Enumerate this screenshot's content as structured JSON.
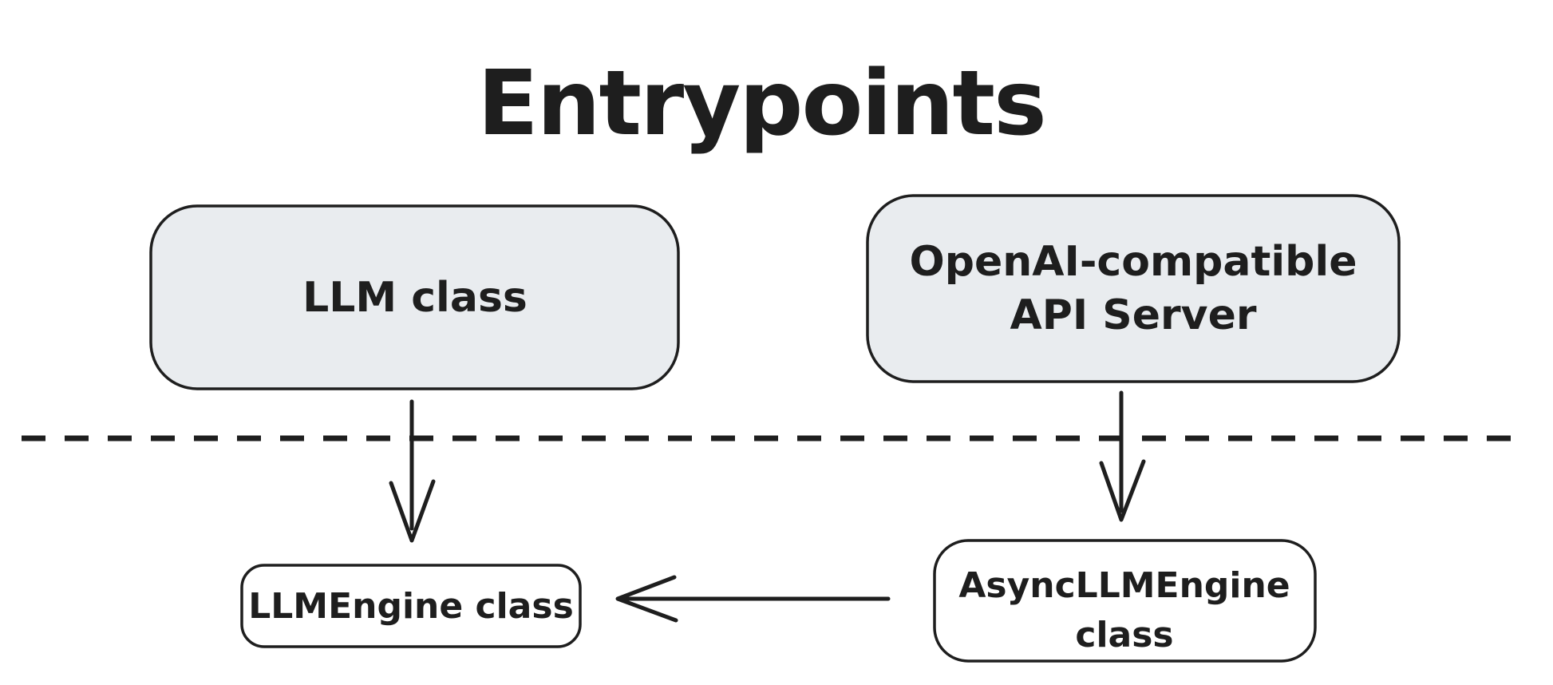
{
  "diagram": {
    "title": "Entrypoints",
    "nodes": {
      "llm": {
        "label": "LLM class"
      },
      "api_server": {
        "label_line1": "OpenAI-compatible",
        "label_line2": "API Server"
      },
      "llm_engine": {
        "label": "LLMEngine class"
      },
      "async_llm_engine": {
        "label_line1": "AsyncLLMEngine",
        "label_line2": "class"
      }
    },
    "edges": [
      {
        "from": "LLM class",
        "to": "LLMEngine class",
        "direction": "down"
      },
      {
        "from": "OpenAI-compatible API Server",
        "to": "AsyncLLMEngine class",
        "direction": "down"
      },
      {
        "from": "AsyncLLMEngine class",
        "to": "LLMEngine class",
        "direction": "left"
      }
    ],
    "divider": {
      "style": "dashed"
    },
    "colors": {
      "stroke": "#1e1e1e",
      "entry_node_fill": "#e9ecef",
      "engine_node_fill": "#ffffff",
      "background": "#ffffff"
    }
  }
}
